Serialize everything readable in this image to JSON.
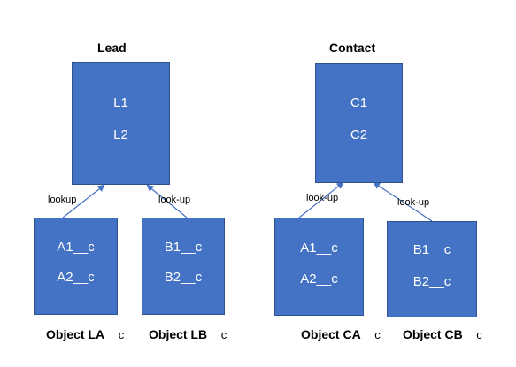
{
  "parents": [
    {
      "title": "Lead",
      "fields": [
        "L1",
        "L2"
      ]
    },
    {
      "title": "Contact",
      "fields": [
        "C1",
        "C2"
      ]
    }
  ],
  "children": [
    {
      "fields": [
        "A1__c",
        "A2__c"
      ],
      "label_main": "Object LA__",
      "label_suffix": "c"
    },
    {
      "fields": [
        "B1__c",
        "B2__c"
      ],
      "label_main": "Object LB__",
      "label_suffix": "c"
    },
    {
      "fields": [
        "A1__c",
        "A2__c"
      ],
      "label_main": "Object CA__",
      "label_suffix": "c"
    },
    {
      "fields": [
        "B1__c",
        "B2__c"
      ],
      "label_main": "Object CB__",
      "label_suffix": "c"
    }
  ],
  "relationships": [
    {
      "label": "lookup"
    },
    {
      "label": "look-up"
    },
    {
      "label": "look-up"
    },
    {
      "label": "look-up"
    }
  ],
  "colors": {
    "box_fill": "#4472c4",
    "box_border": "#2f528f",
    "arrow": "#4472c4"
  }
}
